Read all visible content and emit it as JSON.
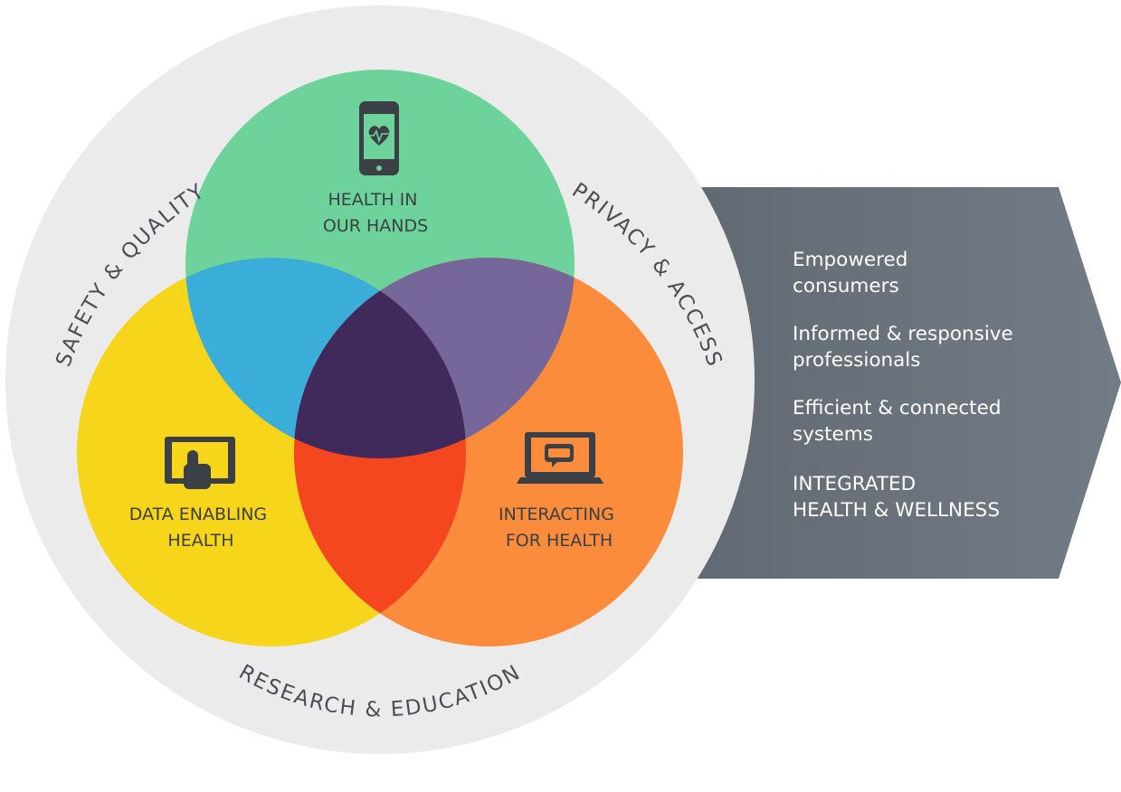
{
  "outer_labels": {
    "top_left": "SAFETY & QUALITY",
    "top_right": "PRIVACY & ACCESS",
    "bottom": "RESEARCH & EDUCATION"
  },
  "circles": {
    "top": {
      "label_lines": [
        "HEALTH IN",
        "OUR HANDS"
      ],
      "icon": "smartphone-heart-icon",
      "color": "#6dd39a"
    },
    "left": {
      "label_lines": [
        "DATA ENABLING",
        "HEALTH"
      ],
      "icon": "tablet-touch-icon",
      "color": "#f7d51a"
    },
    "right": {
      "label_lines": [
        "INTERACTING",
        "FOR HEALTH"
      ],
      "icon": "laptop-chat-icon",
      "color": "#fb8c3c"
    }
  },
  "outcomes": [
    {
      "lines": [
        "Empowered",
        "consumers"
      ]
    },
    {
      "lines": [
        "Informed & responsive",
        "professionals"
      ]
    },
    {
      "lines": [
        "Efficient & connected",
        "systems"
      ]
    },
    {
      "lines": [
        "INTEGRATED",
        "HEALTH & WELLNESS"
      ]
    }
  ],
  "colors": {
    "background_circle": "#ebebeb",
    "arrow": "#67707a",
    "overlap_top_left": "#3aaed8",
    "overlap_top_right": "#75679a",
    "overlap_left_right": "#f4461f",
    "overlap_center": "#3f2a5b",
    "icon": "#3b3f46"
  }
}
